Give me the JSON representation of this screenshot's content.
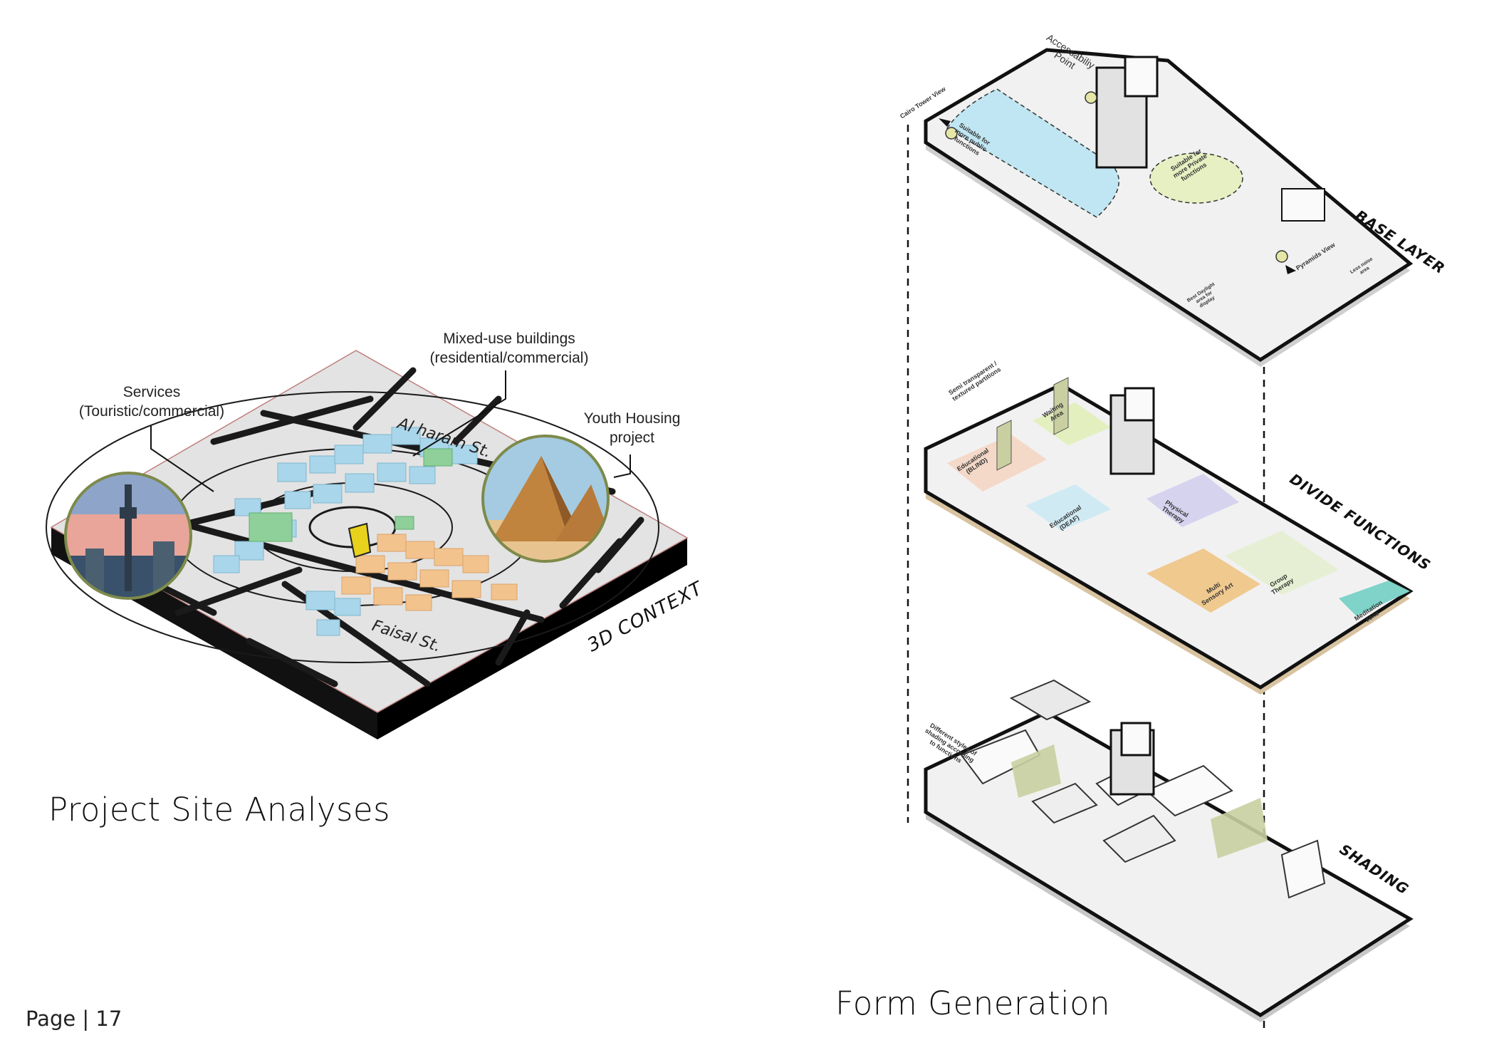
{
  "left": {
    "title": "Project Site Analyses",
    "context_label": "3D CONTEXT",
    "streets": {
      "north": "Al haram St.",
      "south": "Faisal St."
    },
    "callouts": {
      "mixed_use": "Mixed-use buildings\n(residential/commercial)",
      "services": "Services\n(Touristic/commercial)",
      "youth": "Youth Housing\nproject"
    }
  },
  "right": {
    "title": "Form Generation",
    "layers": {
      "base": "BASE LAYER",
      "divide": "DIVIDE FUNCTIONS",
      "shading": "SHADING"
    },
    "base_notes": {
      "accessibility": "Accessabiliy\nPoint",
      "cairo_tower": "Cairo Tower View",
      "public": "Suitable for\nmore public\nfunctions",
      "private": "Suitable for\nmore Private\nfunctions",
      "pyramids": "Pyramids View",
      "display": "Best Daylight\narea for\ndisplay",
      "noise": "Less noise\narea"
    },
    "divide_notes": {
      "partitions": "Semi transparent /\ntextured partitions",
      "waiting": "Waiting\nArea",
      "blind": "Educational\n(BLIND)",
      "deaf": "Educational\n(DEAF)",
      "physical": "Physical\nTherapy",
      "multi": "Multi\nSensory Art",
      "group": "Group\nTherapy",
      "meditation": "Meditation\nzone"
    },
    "shading_notes": {
      "styles": "Different styles of\nshading according\nto functions"
    }
  },
  "footer": {
    "page": "Page | 17"
  },
  "colors": {
    "map_bg": "#e3e3e3",
    "road": "#1a1a1a",
    "blue_bldg": "#a9d6ea",
    "orange_bldg": "#f3c38e",
    "green_bldg": "#8fd09a",
    "public_zone": "#bfe6f2",
    "private_zone": "#e6f0c2",
    "waiting": "#e3efbf",
    "blind": "#f4d8c8",
    "deaf": "#cfeaf3",
    "physical": "#d6d3ef",
    "multi": "#f0c98f",
    "group": "#e6efd3",
    "meditation": "#7fd3c9",
    "olive": "#c9cfa0"
  }
}
